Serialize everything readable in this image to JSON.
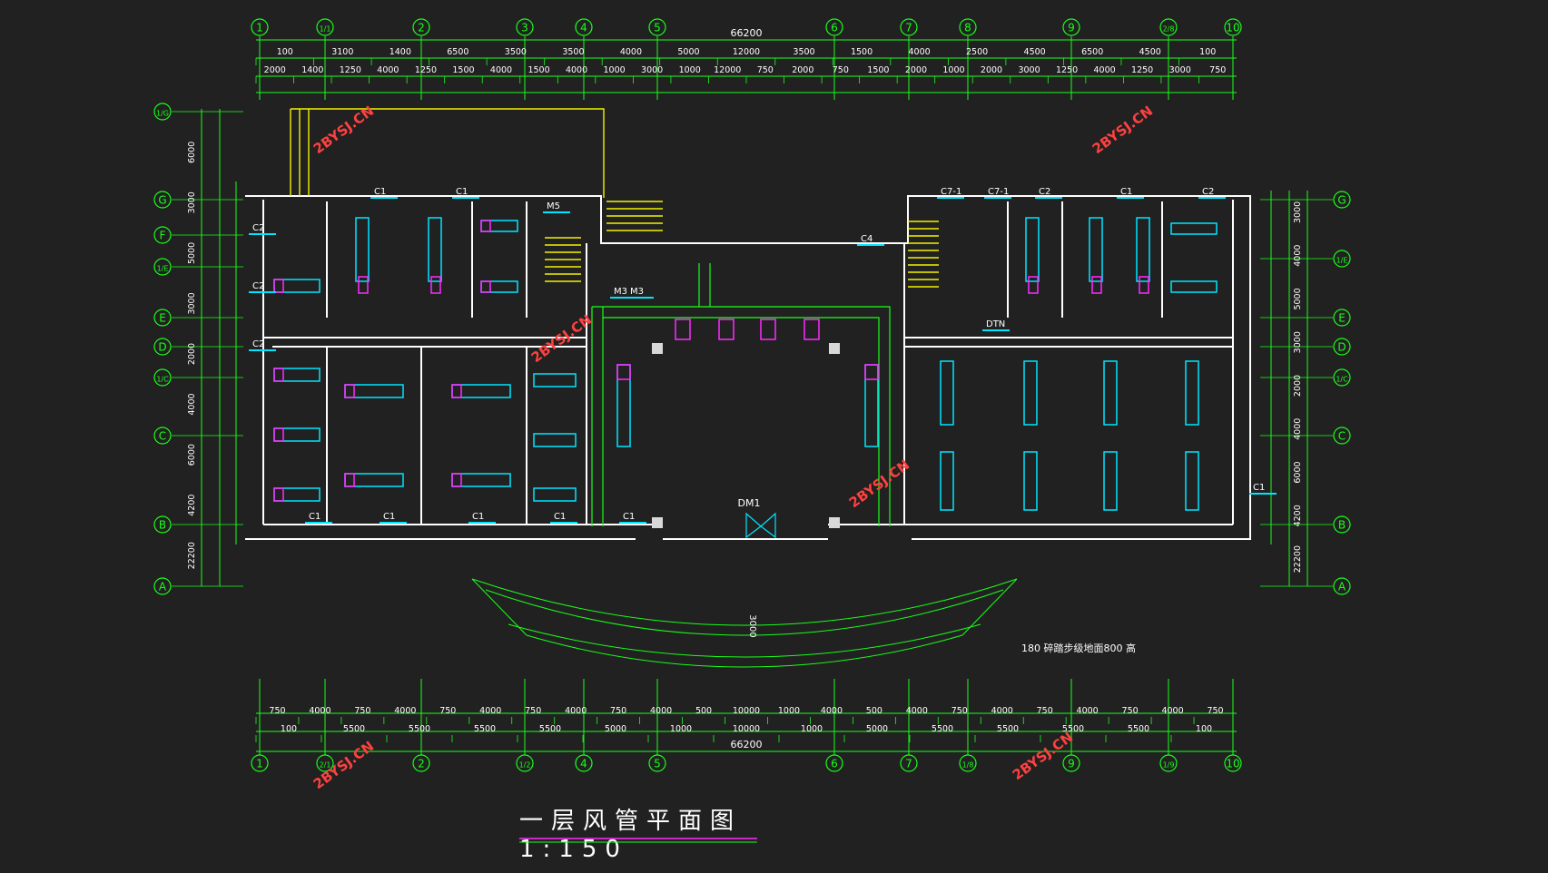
{
  "drawing": {
    "title": "一层风管平面图 1:150",
    "total_dimension": "66200",
    "note": "180 碎踏步级地面800 高",
    "door_label": "DM1",
    "center_label": "3000",
    "watermark": "2BYSJ.CN"
  },
  "grid_columns": [
    "1",
    "1/1",
    "2",
    "3",
    "4",
    "5",
    "6",
    "7",
    "8",
    "9",
    "2/8",
    "10"
  ],
  "grid_columns_bottom": [
    "1",
    "2/1",
    "2",
    "1/2",
    "4",
    "5",
    "6",
    "7",
    "1/8",
    "9",
    "1/9",
    "10"
  ],
  "grid_rows": [
    "1/G",
    "G",
    "F",
    "1/E",
    "E",
    "D",
    "1/C",
    "C",
    "B",
    "A"
  ],
  "grid_rows_right": [
    "G",
    "1/E",
    "E",
    "D",
    "1/C",
    "C",
    "B",
    "A"
  ],
  "top_dims_row1": [
    "100",
    "3100",
    "1400",
    "6500",
    "3500",
    "3500",
    "4000",
    "5000",
    "12000",
    "3500",
    "1500",
    "4000",
    "2500",
    "4500",
    "6500",
    "4500",
    "100"
  ],
  "top_dims_row2": [
    "2000",
    "1400",
    "1250",
    "4000",
    "1250",
    "1500",
    "4000",
    "1500",
    "4000",
    "1000",
    "3000",
    "1000",
    "12000",
    "750",
    "2000",
    "750",
    "1500",
    "2000",
    "1000",
    "2000",
    "3000",
    "1250",
    "4000",
    "1250",
    "3000",
    "750"
  ],
  "bottom_dims_row1": [
    "750",
    "4000",
    "750",
    "4000",
    "750",
    "4000",
    "750",
    "4000",
    "750",
    "4000",
    "500",
    "10000",
    "1000",
    "4000",
    "500",
    "4000",
    "750",
    "4000",
    "750",
    "4000",
    "750",
    "4000",
    "750"
  ],
  "bottom_dims_row2": [
    "100",
    "5500",
    "5500",
    "5500",
    "5500",
    "5000",
    "1000",
    "10000",
    "1000",
    "5000",
    "5500",
    "5500",
    "5500",
    "5500",
    "100"
  ],
  "left_dims": [
    "6000",
    "3000",
    "5000",
    "3000",
    "2000",
    "4000",
    "6000",
    "4200",
    "22200"
  ],
  "right_dims": [
    "3000",
    "4000",
    "5000",
    "3000",
    "2000",
    "4000",
    "6000",
    "4200",
    "22200"
  ],
  "window_labels": [
    "C1",
    "C1",
    "C2",
    "C2",
    "C2",
    "C1",
    "C7-1",
    "C7-1",
    "C2",
    "C1",
    "C2",
    "C4",
    "M3",
    "M3",
    "M5",
    "DTN",
    "C1",
    "C1",
    "C1",
    "C1",
    "C1"
  ],
  "colors": {
    "background": "#212121",
    "grid_line": "#19ff19",
    "wall": "#ffffff",
    "duct": "#00e5ff",
    "fan_coil": "#ff2bff",
    "yellow": "#f2f200",
    "watermark": "#ff4040"
  }
}
